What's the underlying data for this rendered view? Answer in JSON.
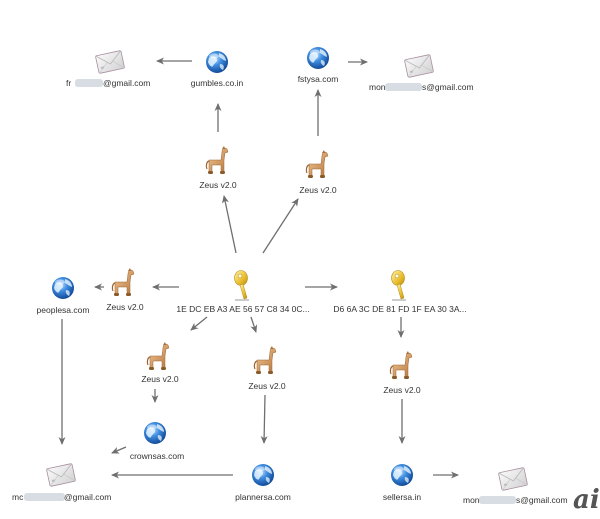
{
  "diagram": {
    "title": "",
    "colors": {
      "edge": "#6f6f6f",
      "label": "#333333",
      "globe": "#2f74c9",
      "key": "#e6b92a",
      "horse": "#c98f56",
      "envelope": "#e8e8e8"
    },
    "nodes": [
      {
        "id": "key1",
        "type": "key",
        "icon": "key-icon",
        "label": "1E DC EB A3 AE 56 57 C8 34 0C..."
      },
      {
        "id": "key2",
        "type": "key",
        "icon": "key-icon",
        "label": "D6 6A 3C DE 81 FD 1F EA 30 3A..."
      },
      {
        "id": "zeus_a",
        "type": "malware",
        "icon": "trojan-horse-icon",
        "label": "Zeus v2.0"
      },
      {
        "id": "zeus_b",
        "type": "malware",
        "icon": "trojan-horse-icon",
        "label": "Zeus v2.0"
      },
      {
        "id": "zeus_c",
        "type": "malware",
        "icon": "trojan-horse-icon",
        "label": "Zeus v2.0"
      },
      {
        "id": "zeus_d",
        "type": "malware",
        "icon": "trojan-horse-icon",
        "label": "Zeus v2.0"
      },
      {
        "id": "zeus_e",
        "type": "malware",
        "icon": "trojan-horse-icon",
        "label": "Zeus v2.0"
      },
      {
        "id": "zeus_f",
        "type": "malware",
        "icon": "trojan-horse-icon",
        "label": "Zeus v2.0"
      },
      {
        "id": "gumbles",
        "type": "domain",
        "icon": "globe-icon",
        "label": "gumbles.co.in"
      },
      {
        "id": "fstysa",
        "type": "domain",
        "icon": "globe-icon",
        "label": "fstysa.com"
      },
      {
        "id": "peoplesa",
        "type": "domain",
        "icon": "globe-icon",
        "label": "peoplesa.com"
      },
      {
        "id": "crownsas",
        "type": "domain",
        "icon": "globe-icon",
        "label": "crownsas.com"
      },
      {
        "id": "plannersa",
        "type": "domain",
        "icon": "globe-icon",
        "label": "plannersa.com"
      },
      {
        "id": "sellersa",
        "type": "domain",
        "icon": "globe-icon",
        "label": "sellersa.in"
      },
      {
        "id": "mail_fr",
        "type": "email",
        "icon": "envelope-icon",
        "label_prefix": "fr",
        "label_suffix": "@gmail.com"
      },
      {
        "id": "mail_mon1",
        "type": "email",
        "icon": "envelope-icon",
        "label_prefix": "mon",
        "label_suffix": "s@gmail.com"
      },
      {
        "id": "mail_mc",
        "type": "email",
        "icon": "envelope-icon",
        "label_prefix": "mc",
        "label_suffix": "@gmail.com"
      },
      {
        "id": "mail_mon2",
        "type": "email",
        "icon": "envelope-icon",
        "label_prefix": "mon",
        "label_suffix": "s@gmail.com"
      }
    ],
    "edges": [
      {
        "from": "key1",
        "to": "zeus_a"
      },
      {
        "from": "key1",
        "to": "zeus_b"
      },
      {
        "from": "key1",
        "to": "zeus_c"
      },
      {
        "from": "key1",
        "to": "zeus_d"
      },
      {
        "from": "key1",
        "to": "zeus_e"
      },
      {
        "from": "key1",
        "to": "key2"
      },
      {
        "from": "zeus_a",
        "to": "gumbles"
      },
      {
        "from": "zeus_b",
        "to": "fstysa"
      },
      {
        "from": "gumbles",
        "to": "mail_fr"
      },
      {
        "from": "fstysa",
        "to": "mail_mon1"
      },
      {
        "from": "zeus_c",
        "to": "peoplesa"
      },
      {
        "from": "peoplesa",
        "to": "mail_mc"
      },
      {
        "from": "zeus_d",
        "to": "crownsas"
      },
      {
        "from": "crownsas",
        "to": "mail_mc"
      },
      {
        "from": "zeus_e",
        "to": "plannersa"
      },
      {
        "from": "plannersa",
        "to": "mail_mc"
      },
      {
        "from": "key2",
        "to": "zeus_f"
      },
      {
        "from": "zeus_f",
        "to": "sellersa"
      },
      {
        "from": "sellersa",
        "to": "mail_mon2"
      }
    ],
    "watermark": "ai"
  }
}
